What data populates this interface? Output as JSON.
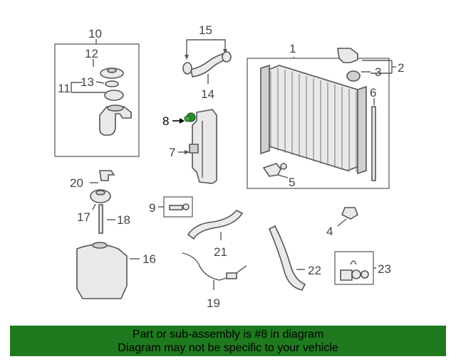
{
  "callouts": {
    "c1": "1",
    "c2": "2",
    "c3": "3",
    "c4": "4",
    "c5": "5",
    "c6": "6",
    "c7": "7",
    "c8": "8",
    "c9": "9",
    "c10": "10",
    "c11": "11",
    "c12": "12",
    "c13": "13",
    "c14": "14",
    "c15": "15",
    "c16": "16",
    "c17": "17",
    "c18": "18",
    "c19": "19",
    "c20": "20",
    "c21": "21",
    "c22": "22",
    "c23": "23"
  },
  "highlighted_part": "8",
  "colors": {
    "banner": "#1f7a1f",
    "highlight_part": "#1f7a1f",
    "linework": "#555555"
  },
  "banner": {
    "line1": "Part or sub-assembly is #8 in diagram",
    "line2": "Diagram may not be specific to your vehicle"
  }
}
